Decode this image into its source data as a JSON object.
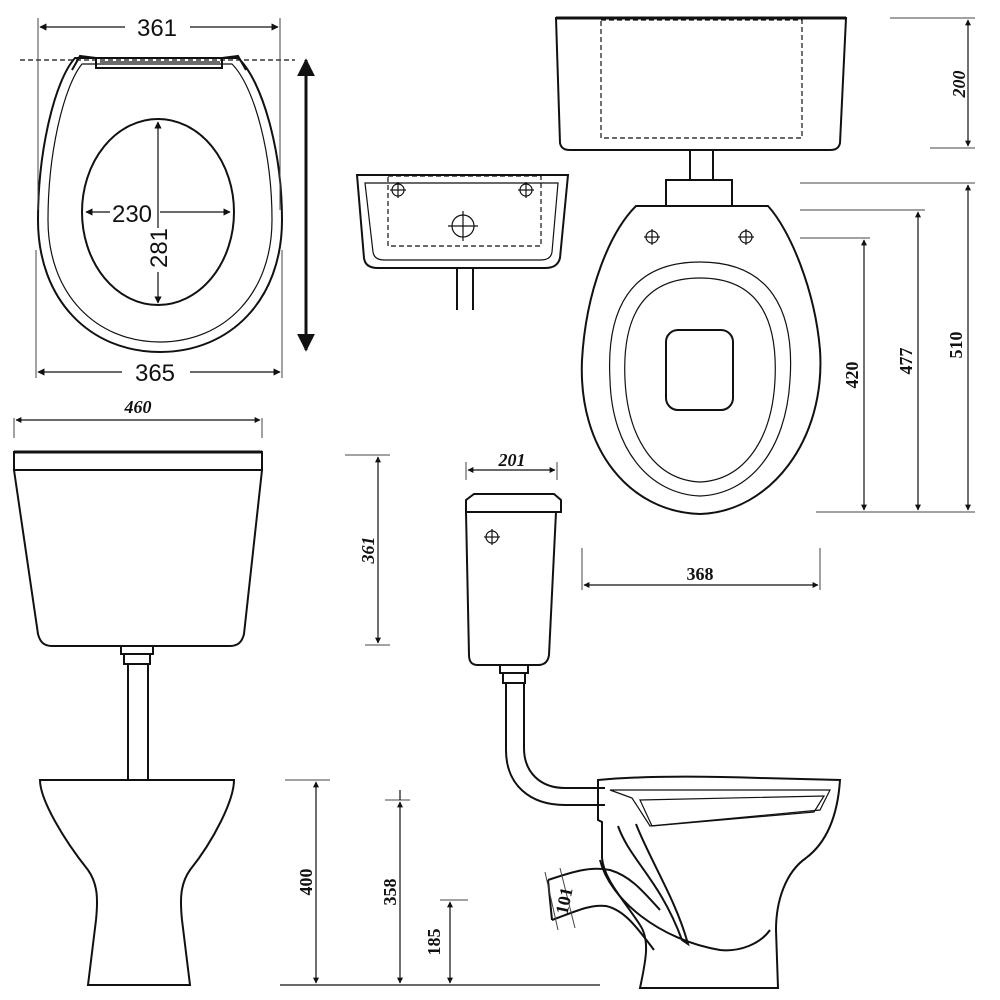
{
  "seat": {
    "top_width": "361",
    "bottom_width": "365",
    "opening_width": "230",
    "opening_length": "281"
  },
  "cistern_top_view": {
    "height": "200"
  },
  "bowl_top_view": {
    "dim_420": "420",
    "dim_477": "477",
    "dim_510": "510",
    "width": "368"
  },
  "cistern_front_view": {
    "width": "460"
  },
  "cistern_side_view": {
    "height": "361",
    "depth": "201"
  },
  "pan_side_view": {
    "height_400": "400",
    "height_358": "358",
    "height_185": "185",
    "outlet_diameter": "101"
  }
}
